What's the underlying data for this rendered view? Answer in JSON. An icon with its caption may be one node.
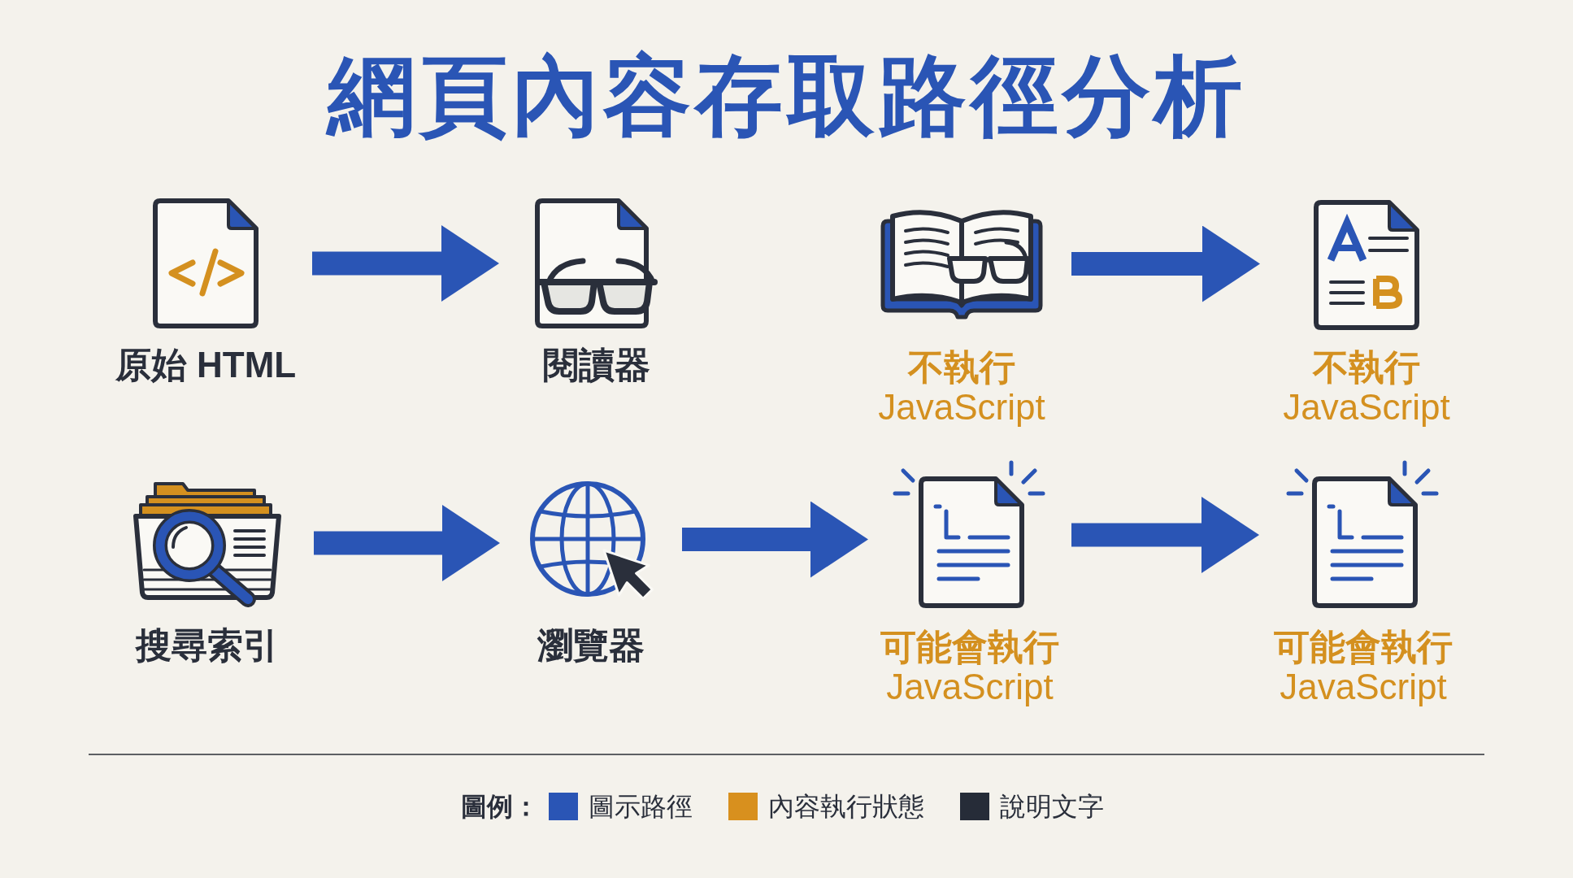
{
  "diagram": {
    "title": "網頁內容存取路徑分析",
    "nodes": [
      {
        "text": [
          "原始 HTML"
        ]
      },
      {
        "text": [
          "閱讀器"
        ]
      },
      {
        "text": [
          "**不執行** JavaScript"
        ]
      },
      {
        "text": [
          "**不執行** JavaScript"
        ]
      },
      {
        "text": [
          "搜尋索引"
        ]
      },
      {
        "text": [
          "瀏覽器"
        ]
      },
      {
        "text": [
          "**可能會執行** JavaScript"
        ]
      },
      {
        "text": [
          "**可能會執行** JavaScript"
        ]
      }
    ],
    "edges": [
      {
        "from": 0,
        "to": 1,
        "arrow": "to"
      },
      {
        "from": 2,
        "to": 3,
        "arrow": "to"
      },
      {
        "from": 4,
        "to": 5,
        "arrow": "to"
      },
      {
        "from": 5,
        "to": 6,
        "arrow": "to"
      },
      {
        "from": 6,
        "to": 7,
        "arrow": "to"
      }
    ],
    "labels": [
      "圖例："
    ],
    "legend": [
      {
        "text": "圖示路徑",
        "color": "#2a55b5"
      },
      {
        "text": "內容執行狀態",
        "color": "#d8901e"
      },
      {
        "text": "說明文字",
        "color": "#262c38"
      }
    ]
  }
}
